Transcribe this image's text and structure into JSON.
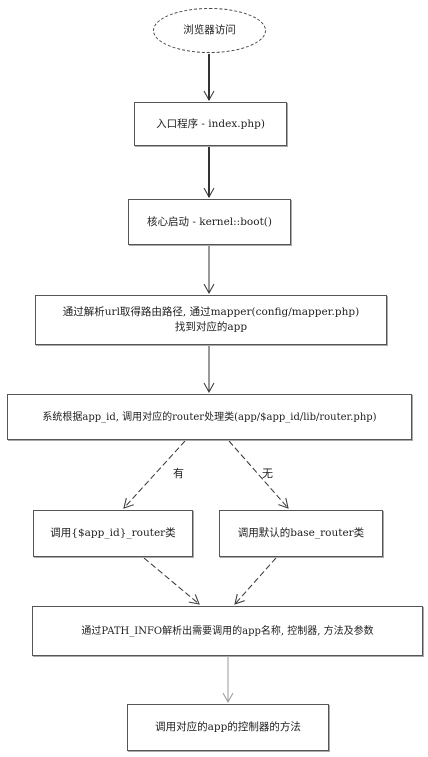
{
  "nodes": {
    "start": "浏览器访问",
    "entry": "入口程序 - index.php)",
    "kernel": "核心启动 - kernel::boot()",
    "resolve": "通过解析url取得路由路径, 通过mapper(config/mapper.php)\n找到对应的app",
    "router_class": "系统根据app_id, 调用对应的router处理类(app/$app_id/lib/router.php)",
    "call_app_router": "调用{$app_id}_router类",
    "call_base_router": "调用默认的base_router类",
    "pathinfo": "通过PATH_INFO解析出需要调用的app名称, 控制器, 方法及参数",
    "controller": "调用对应的app的控制器的方法"
  },
  "edge_labels": {
    "yes": "有",
    "no": "无"
  }
}
